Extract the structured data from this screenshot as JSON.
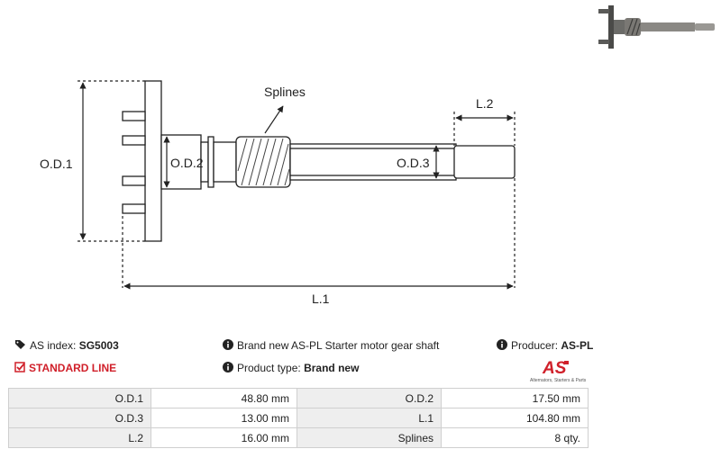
{
  "diagram": {
    "labels": {
      "od1": "O.D.1",
      "od2": "O.D.2",
      "od3": "O.D.3",
      "l1": "L.1",
      "l2": "L.2",
      "splines": "Splines"
    }
  },
  "info": {
    "as_index_label": "AS index:",
    "as_index_value": "SG5003",
    "line": "STANDARD LINE",
    "description": "Brand new AS-PL Starter motor gear shaft",
    "product_type_label": "Product type:",
    "product_type_value": "Brand new",
    "producer_label": "Producer:",
    "producer_value": "AS-PL",
    "logo_text": "AS",
    "logo_subtext": "Alternators, Starters & Parts"
  },
  "specs": [
    [
      {
        "label": "O.D.1",
        "value": "48.80 mm"
      },
      {
        "label": "O.D.2",
        "value": "17.50 mm"
      }
    ],
    [
      {
        "label": "O.D.3",
        "value": "13.00 mm"
      },
      {
        "label": "L.1",
        "value": "104.80 mm"
      }
    ],
    [
      {
        "label": "L.2",
        "value": "16.00 mm"
      },
      {
        "label": "Splines",
        "value": "8 qty."
      }
    ]
  ],
  "colors": {
    "accent": "#d0202a",
    "table_label_bg": "#eeeeee",
    "table_border": "#cfcfcf"
  },
  "icons": [
    "tag-icon",
    "checkbox-icon",
    "info-icon"
  ]
}
